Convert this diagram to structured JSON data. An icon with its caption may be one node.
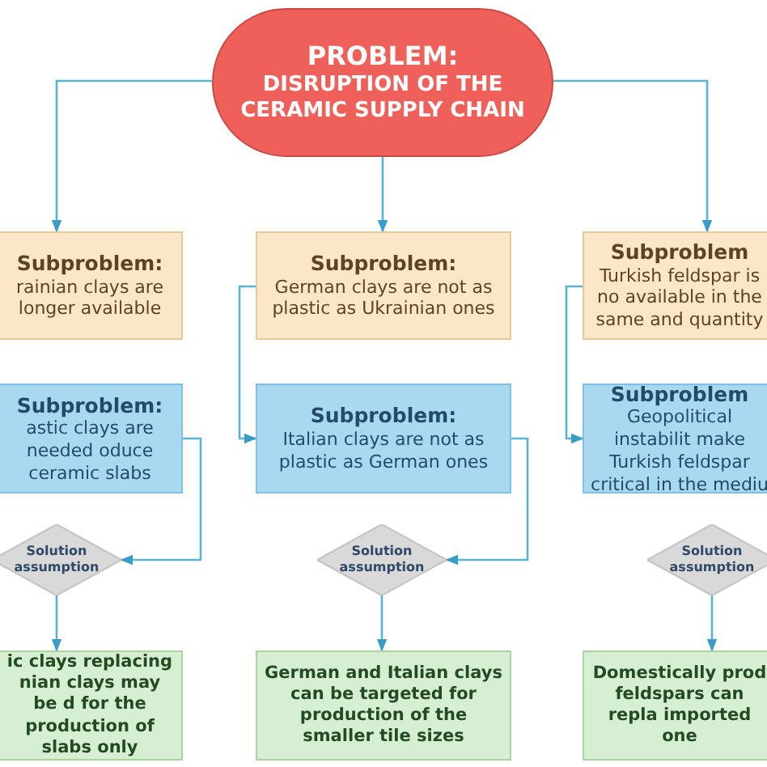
{
  "diagram": {
    "nodes": [
      {
        "text": [
          "PROBLEM:",
          "DISRUPTION OF THE CERAMIC SUPPLY CHAIN"
        ]
      },
      {
        "text": [
          "Subproblem:",
          "rainian clays are longer available"
        ]
      },
      {
        "text": [
          "Subproblem:",
          "German clays are not as plastic as Ukrainian ones"
        ]
      },
      {
        "text": [
          "Subproblem",
          "Turkish feldspar is no available in the same and quantity"
        ]
      },
      {
        "text": [
          "Subproblem:",
          "astic clays are needed oduce ceramic slabs"
        ]
      },
      {
        "text": [
          "Subproblem:",
          "Italian clays are not as plastic as German ones"
        ]
      },
      {
        "text": [
          "Subproblem",
          "Geopolitical instabilit make Turkish feldspar critical in the mediu"
        ]
      },
      {
        "text": [
          "Solution assumption"
        ]
      },
      {
        "text": [
          "Solution assumption"
        ]
      },
      {
        "text": [
          "Solution assumption"
        ]
      },
      {
        "text": [
          "ic clays replacing nian clays may be d for the production of slabs only"
        ]
      },
      {
        "text": [
          "German and Italian clays can be targeted for production of the smaller tile sizes"
        ]
      },
      {
        "text": [
          "Domestically prod feldspars can repla imported one"
        ]
      }
    ],
    "edges": [
      {
        "from": 0,
        "to": 1,
        "arrow": "to"
      },
      {
        "from": 0,
        "to": 2,
        "arrow": "to"
      },
      {
        "from": 0,
        "to": 3,
        "arrow": "to"
      },
      {
        "from": 2,
        "to": 5,
        "arrow": "to"
      },
      {
        "from": 3,
        "to": 6,
        "arrow": "to"
      },
      {
        "from": 4,
        "to": 7,
        "arrow": "to"
      },
      {
        "from": 5,
        "to": 8,
        "arrow": "to"
      },
      {
        "from": 7,
        "to": 10,
        "arrow": "to"
      },
      {
        "from": 8,
        "to": 11,
        "arrow": "to"
      },
      {
        "from": 9,
        "to": 12,
        "arrow": "to"
      }
    ]
  }
}
